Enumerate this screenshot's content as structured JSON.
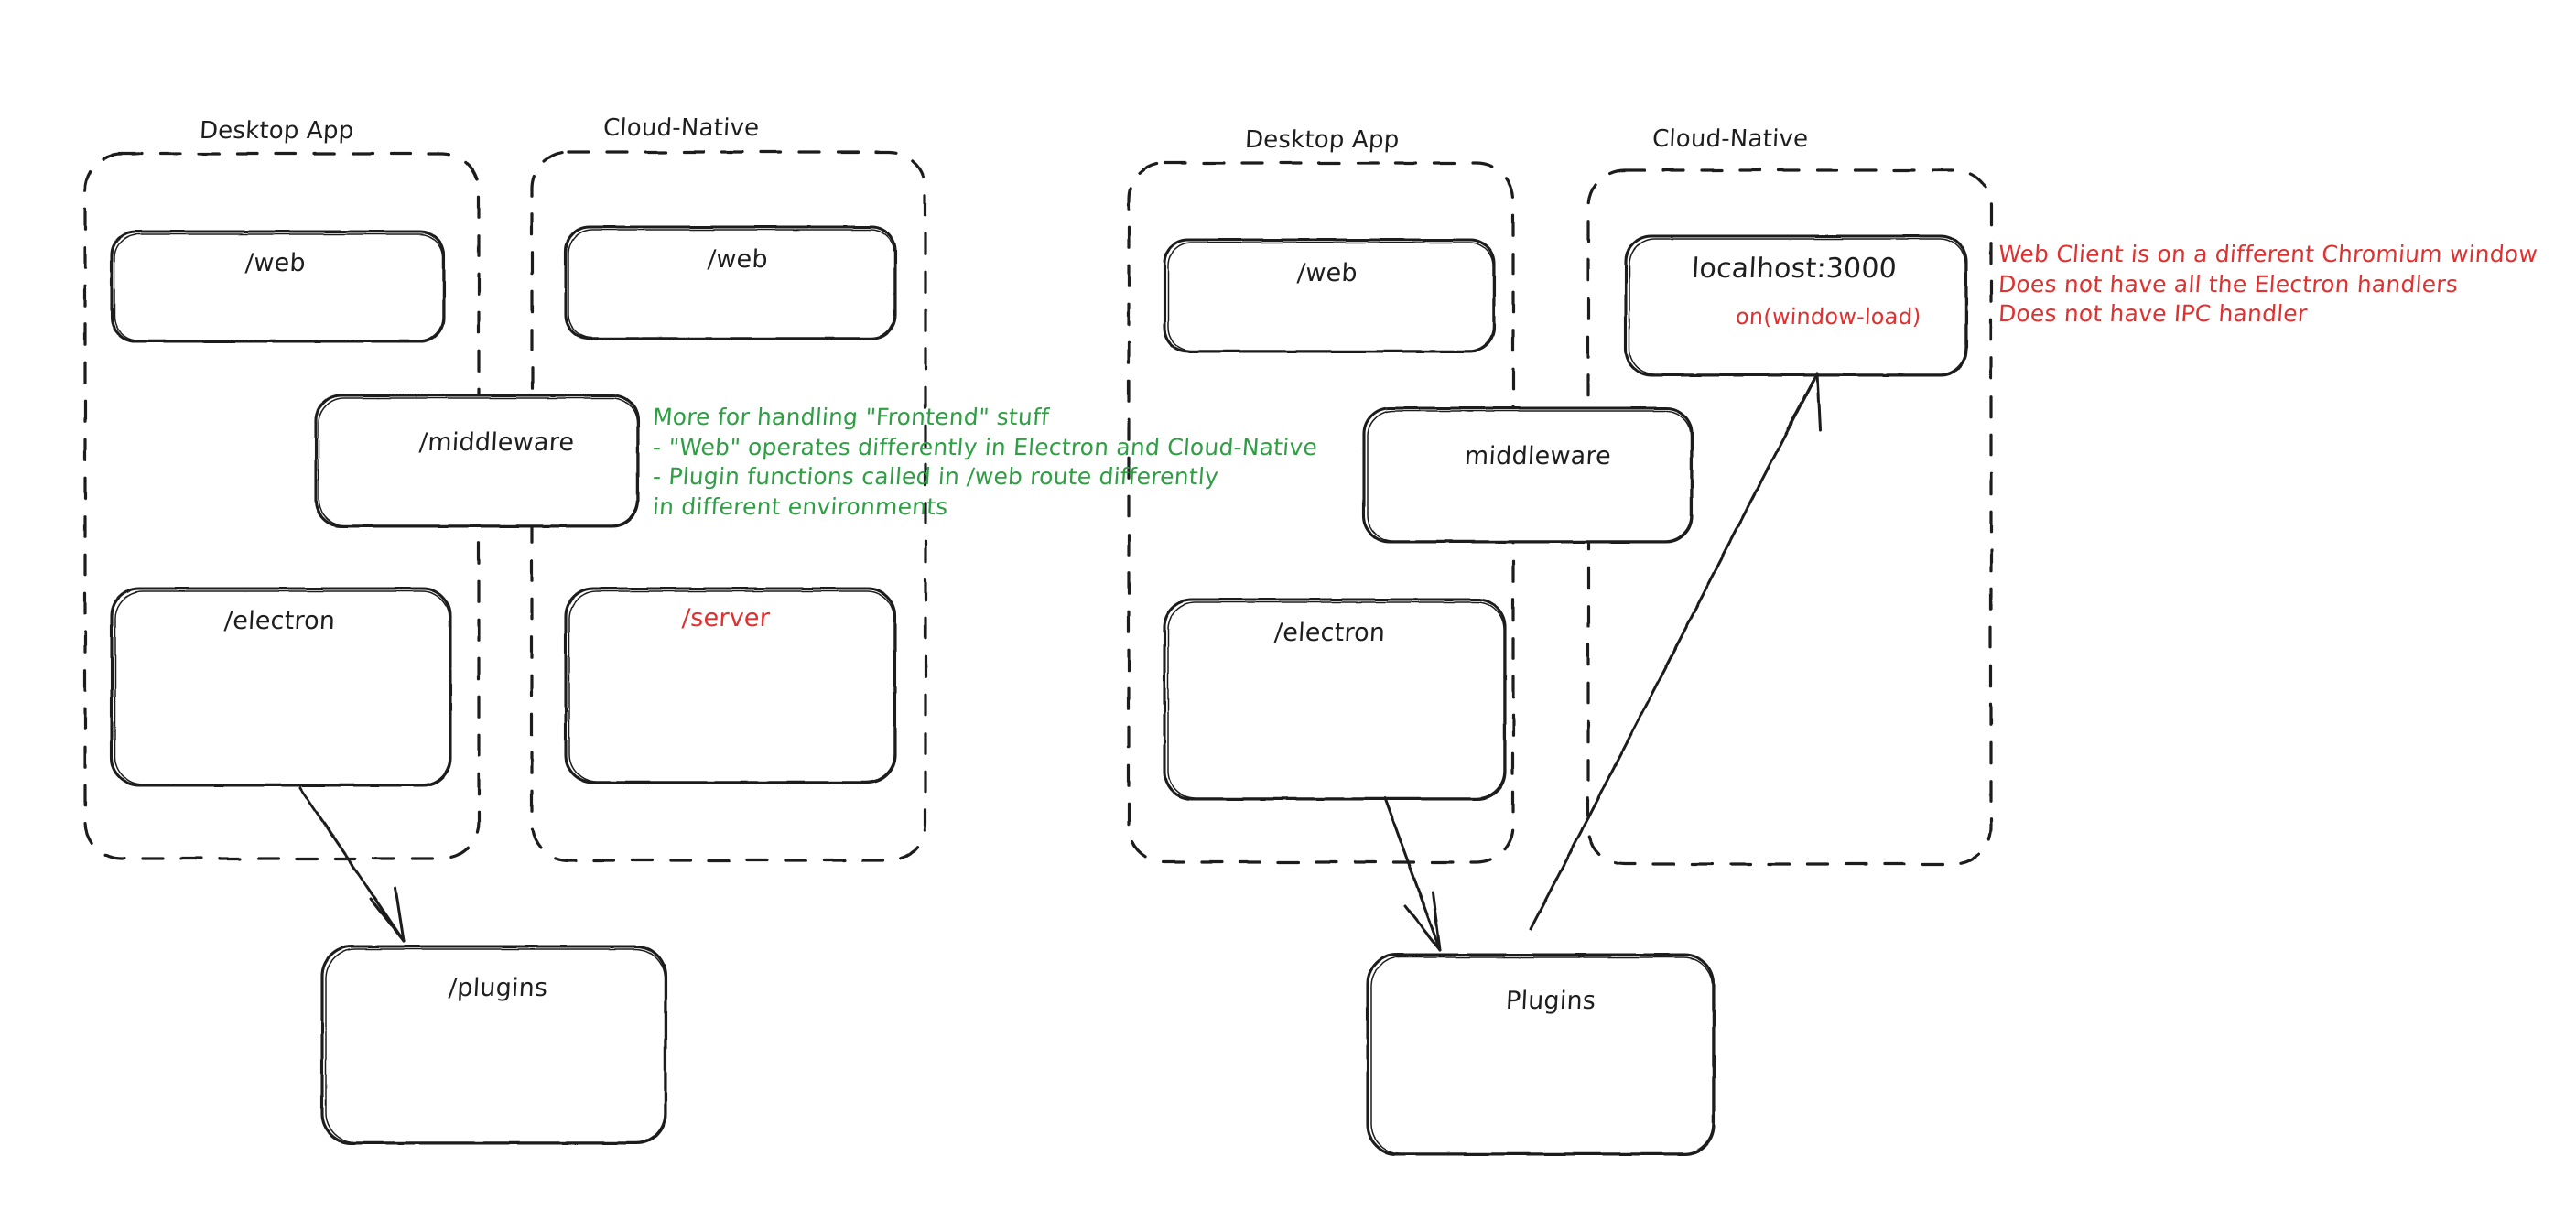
{
  "diagram": {
    "title": "Electron Desktop App vs Cloud-Native architecture comparison",
    "colors": {
      "stroke": "#1e1e1e",
      "green": "#2f9e44",
      "red": "#e03131",
      "background": "#ffffff"
    }
  },
  "left_diagram": {
    "groups": [
      {
        "label": "Desktop App"
      },
      {
        "label": "Cloud-Native"
      }
    ],
    "boxes": [
      {
        "label": "/web"
      },
      {
        "label": "/web"
      },
      {
        "label": "/middleware"
      },
      {
        "label": "/electron"
      },
      {
        "label": "/server"
      },
      {
        "label": "/plugins"
      }
    ],
    "note_green": {
      "lines": [
        "More for handling \"Frontend\" stuff",
        "- \"Web\" operates differently in Electron and Cloud-Native",
        "- Plugin functions called in /web route differently",
        "in different environments"
      ]
    }
  },
  "right_diagram": {
    "groups": [
      {
        "label": "Desktop App"
      },
      {
        "label": "Cloud-Native"
      }
    ],
    "boxes": [
      {
        "label": "/web"
      },
      {
        "label": "localhost:3000",
        "sublabel": "on(window-load)"
      },
      {
        "label": "middleware"
      },
      {
        "label": "/electron"
      },
      {
        "label": "Plugins"
      }
    ],
    "note_red": {
      "lines": [
        "Web Client is on a different Chromium window",
        "Does not have all the Electron handlers",
        "Does not have IPC handler"
      ]
    }
  }
}
